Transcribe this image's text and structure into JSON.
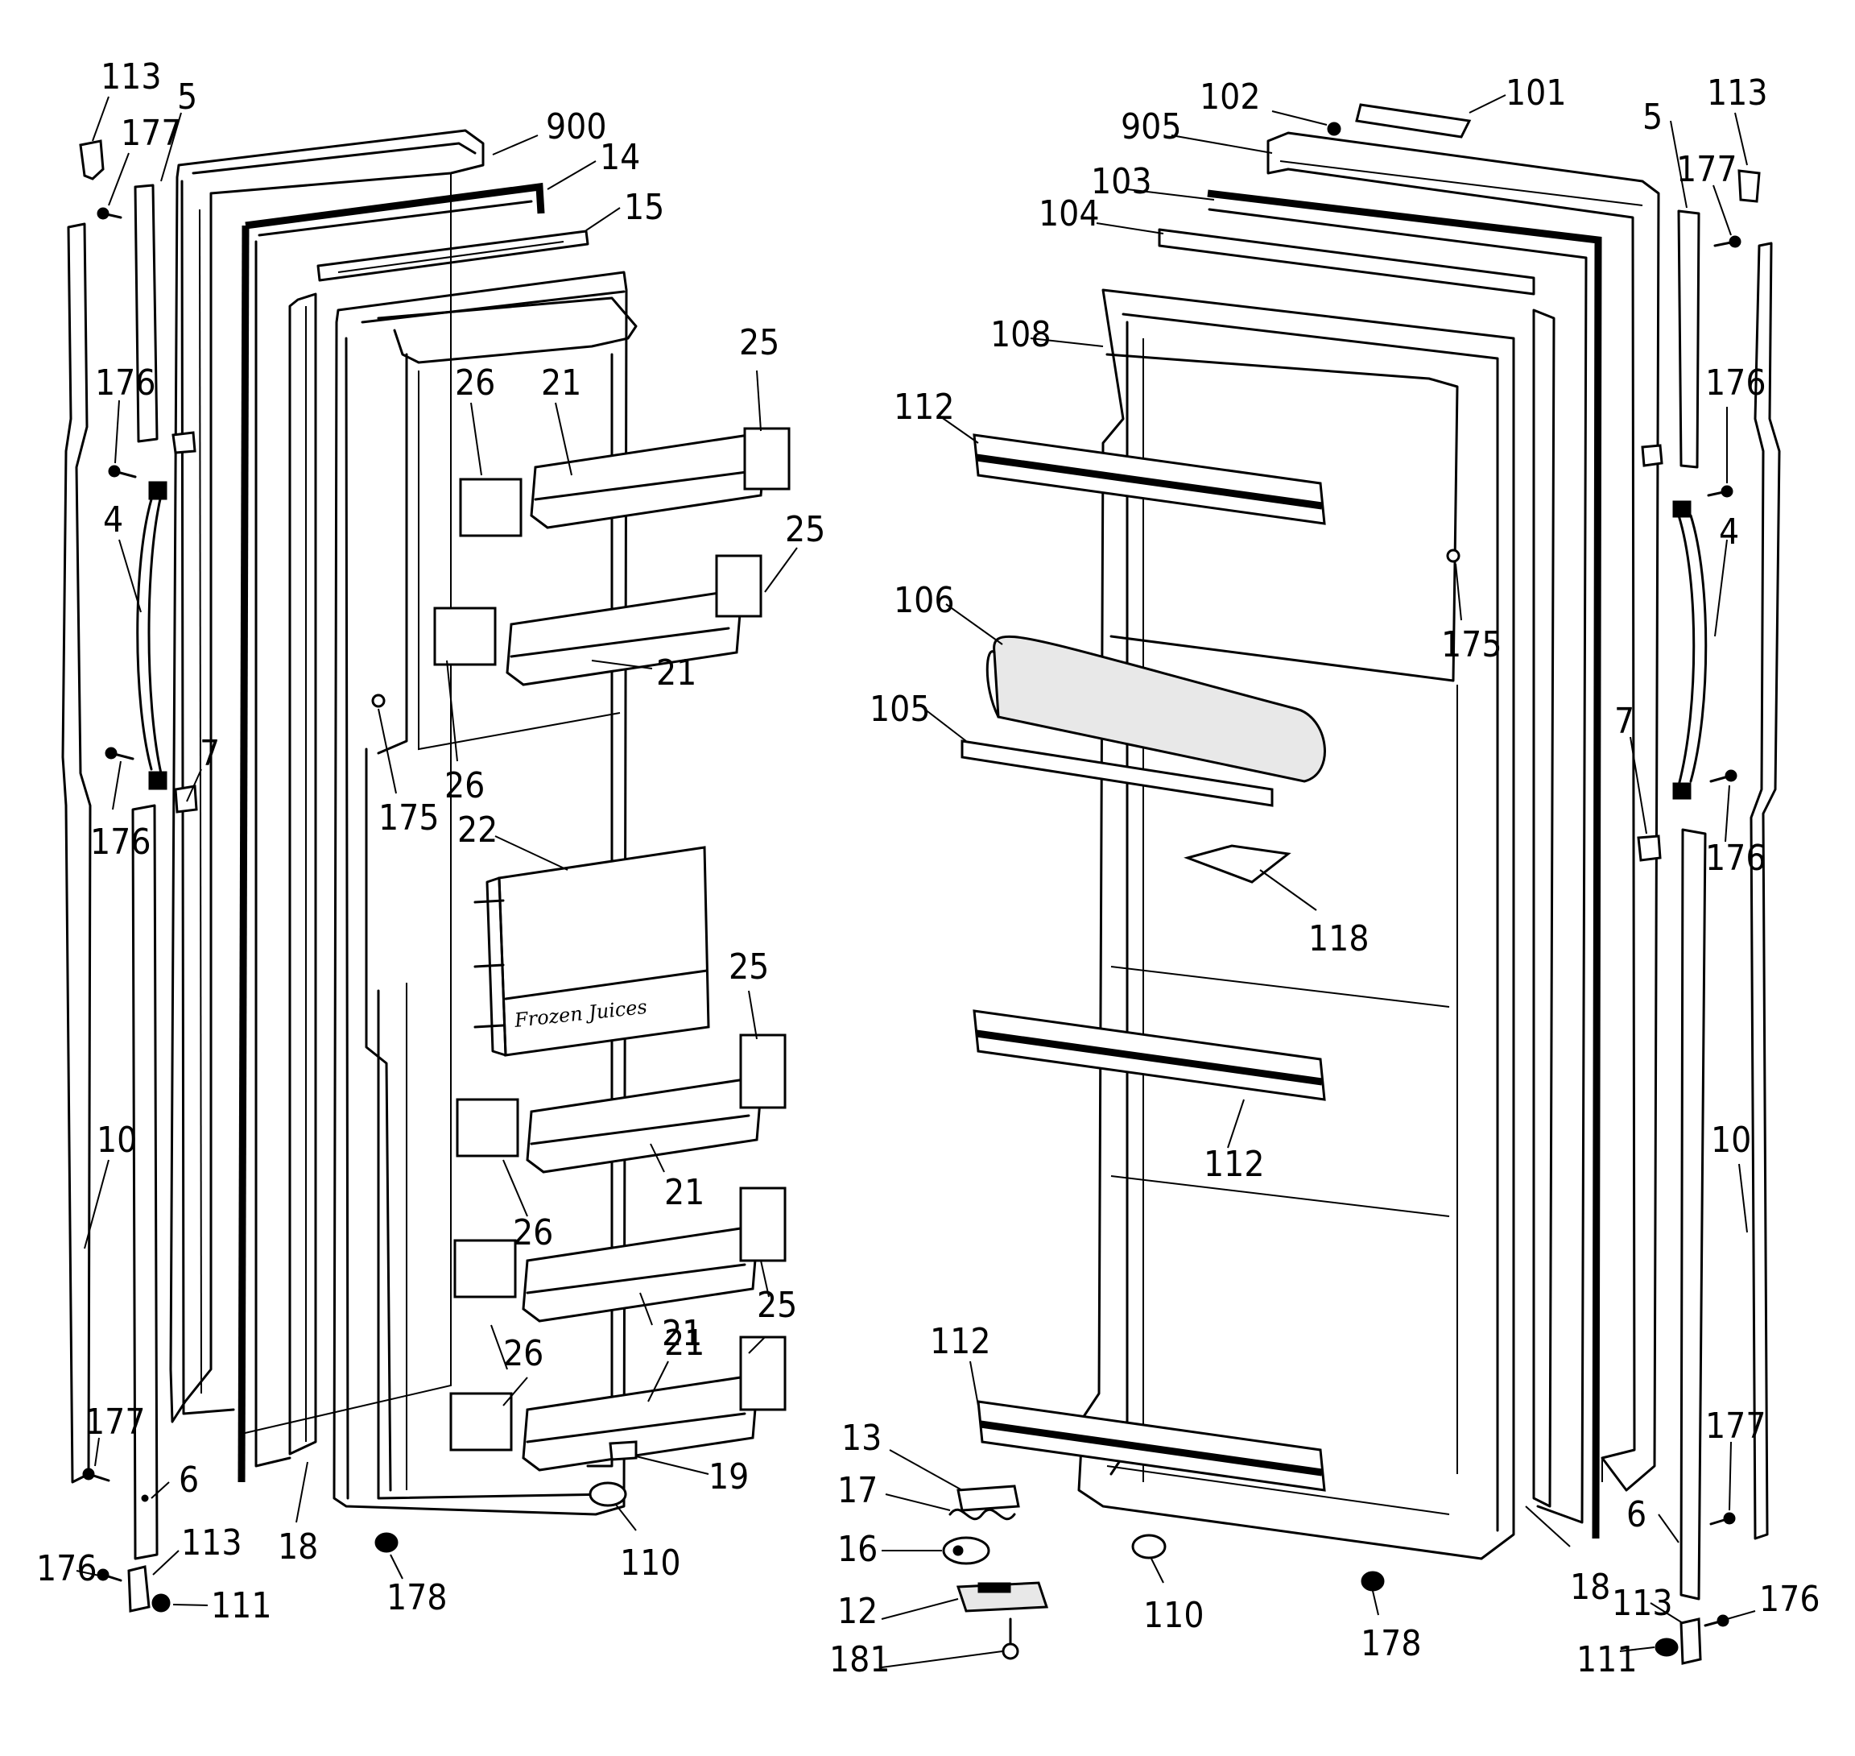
{
  "diagram": {
    "left_assembly": {
      "callouts": [
        "113",
        "177",
        "5",
        "900",
        "14",
        "15",
        "176",
        "4",
        "25",
        "26",
        "21",
        "25",
        "21",
        "26",
        "175",
        "7",
        "176",
        "22",
        "25",
        "10",
        "21",
        "26",
        "21",
        "25",
        "26",
        "21",
        "177",
        "6",
        "113",
        "176",
        "111",
        "18",
        "178",
        "19",
        "110"
      ]
    },
    "right_assembly": {
      "callouts": [
        "102",
        "101",
        "113",
        "905",
        "5",
        "103",
        "177",
        "104",
        "108",
        "176",
        "112",
        "175",
        "4",
        "106",
        "105",
        "7",
        "176",
        "118",
        "112",
        "10",
        "112",
        "13",
        "177",
        "17",
        "6",
        "16",
        "113",
        "176",
        "12",
        "110",
        "178",
        "18",
        "111",
        "181"
      ]
    },
    "inset_label": "Frozen Juices"
  }
}
